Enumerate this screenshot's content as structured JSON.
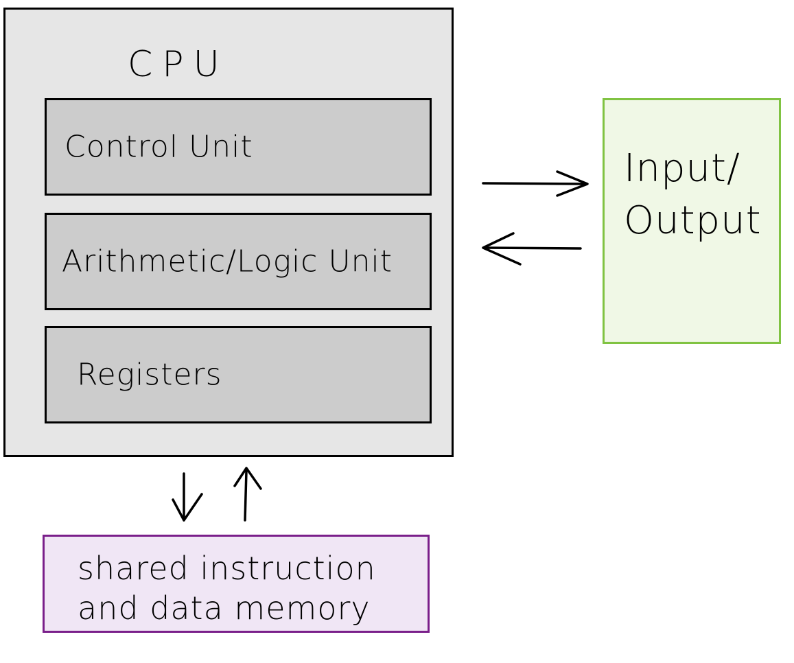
{
  "cpu": {
    "title": "CPU",
    "units": {
      "control": "Control Unit",
      "alu": "Arithmetic/Logic Unit",
      "registers": "Registers"
    }
  },
  "io": {
    "label": "Input/\nOutput"
  },
  "memory": {
    "label": "shared instruction\nand data memory"
  },
  "colors": {
    "cpu_fill": "#e6e6e6",
    "unit_fill": "#cccccc",
    "io_fill": "#f0f8e6",
    "io_border": "#80c342",
    "memory_fill": "#f0e6f5",
    "memory_border": "#7a1f8a",
    "ink": "#000000"
  },
  "icons": {
    "cpu_to_io": "arrow-right-icon",
    "io_to_cpu": "arrow-left-icon",
    "cpu_to_memory": "arrow-down-icon",
    "memory_to_cpu": "arrow-up-icon"
  }
}
